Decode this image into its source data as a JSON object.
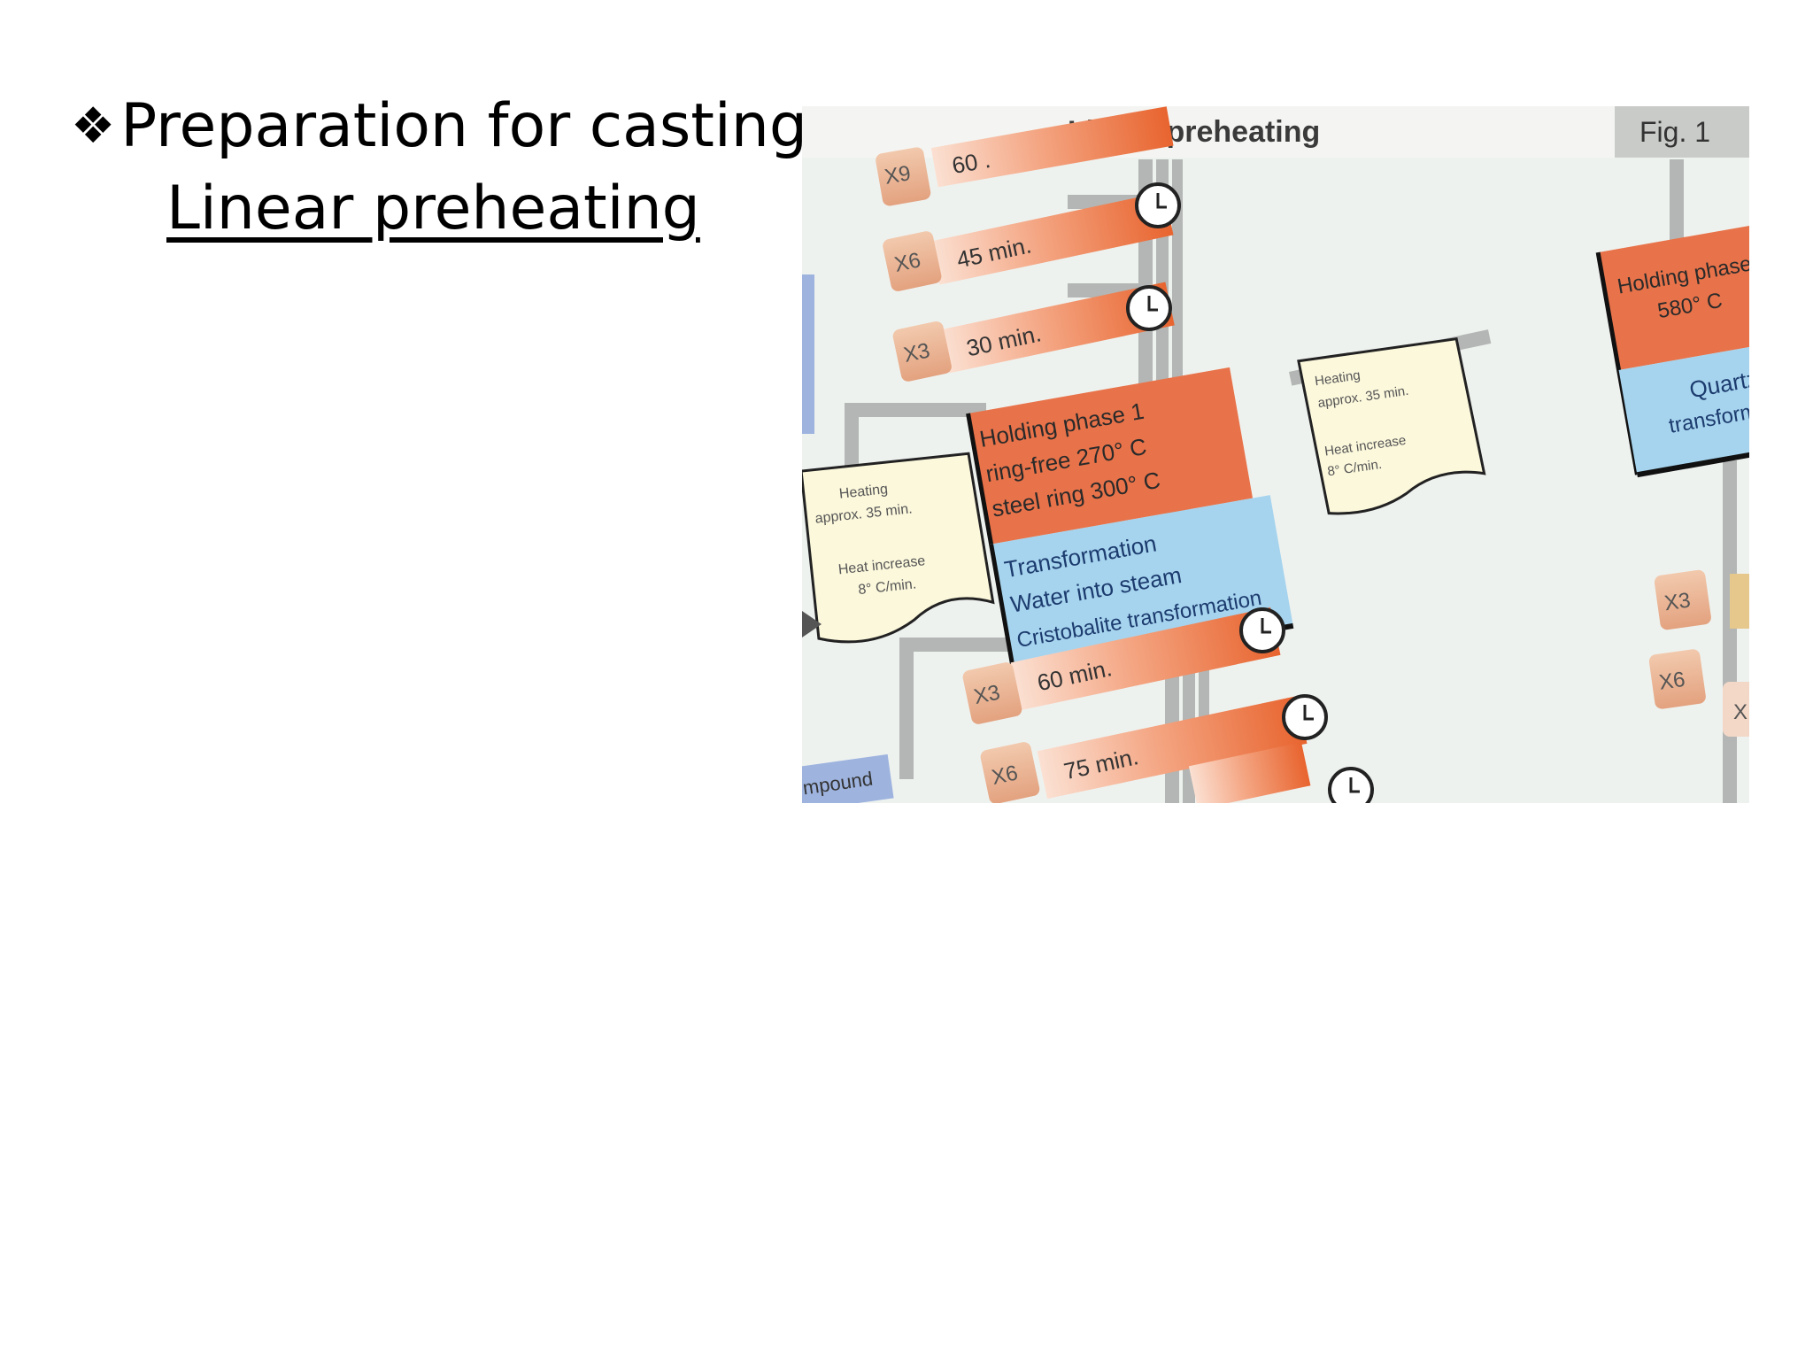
{
  "slide": {
    "bullet": "Preparation for casting",
    "subtitle": "Linear preheating"
  },
  "figure": {
    "title": "Linear preheating",
    "fig_label": "Fig. 1",
    "cylinders": {
      "x9_top": "X9",
      "x6_top": "X6",
      "x3_top": "X3",
      "x3_mid": "X3",
      "x6_mid": "X6",
      "x3_right": "X3",
      "x6_right": "X6",
      "x_right_cut": "X"
    },
    "times": {
      "t_top_cut": "60 .",
      "t_45": "45 min.",
      "t_30": "30 min.",
      "t_60": "60 min.",
      "t_75": "75 min."
    },
    "holding1": {
      "line1": "Holding phase 1",
      "line2": "ring-free 270° C",
      "line3": "steel ring 300° C"
    },
    "transformation": {
      "line1": "Transformation",
      "line2": "Water into steam",
      "line3": "Cristobalite transformation"
    },
    "note_left": {
      "line1": "Heating",
      "line2": "approx. 35 min.",
      "line3": "Heat increase",
      "line4": "8° C/min."
    },
    "note_mid": {
      "line1": "Heating",
      "line2": "approx. 35 min.",
      "line3": "Heat increase",
      "line4": "8° C/min."
    },
    "holding2": {
      "line1": "Holding phase",
      "line2": "580° C"
    },
    "quartz": {
      "line1": "Quartz",
      "line2": "transform"
    },
    "compound": "mpound",
    "colors": {
      "orange": "#e8734a",
      "light_blue": "#a6d4ee",
      "cream": "#fcf8dc",
      "pipe_gray": "#b3b6b4",
      "background": "#eef2ef"
    }
  }
}
